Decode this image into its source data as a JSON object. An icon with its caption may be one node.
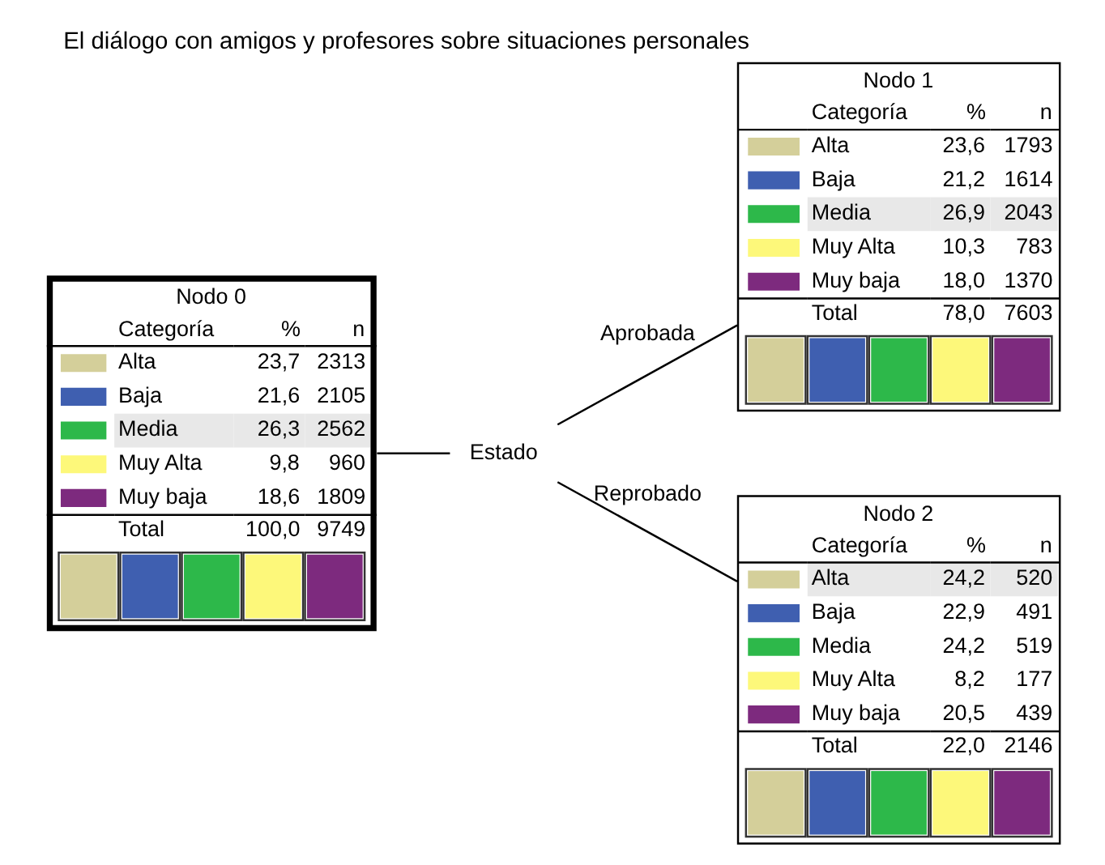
{
  "diagram": {
    "title": "El diálogo con amigos y profesores sobre situaciones personales",
    "nodes": [
      {
        "text": [
          "Nodo 0",
          "Categoría",
          "%",
          "n",
          "Alta",
          "23,7",
          "2313",
          "Baja",
          "21,6",
          "2105",
          "Media",
          "26,3",
          "2562",
          "Muy Alta",
          "9,8",
          "960",
          "Muy baja",
          "18,6",
          "1809",
          "Total",
          "100,0",
          "9749"
        ]
      },
      {
        "text": [
          "Nodo 1",
          "Categoría",
          "%",
          "n",
          "Alta",
          "23,6",
          "1793",
          "Baja",
          "21,2",
          "1614",
          "Media",
          "26,9",
          "2043",
          "Muy Alta",
          "10,3",
          "783",
          "Muy baja",
          "18,0",
          "1370",
          "Total",
          "78,0",
          "7603"
        ]
      },
      {
        "text": [
          "Nodo 2",
          "Categoría",
          "%",
          "n",
          "Alta",
          "24,2",
          "520",
          "Baja",
          "22,9",
          "491",
          "Media",
          "24,2",
          "519",
          "Muy Alta",
          "8,2",
          "177",
          "Muy baja",
          "20,5",
          "439",
          "Total",
          "22,0",
          "2146"
        ]
      },
      {
        "text": [
          "Estado"
        ]
      }
    ],
    "edges": [
      {
        "from": 0,
        "to": 3,
        "arrow": "none"
      },
      {
        "from": 3,
        "to": 1,
        "arrow": "none",
        "label": "Aprobada"
      },
      {
        "from": 3,
        "to": 2,
        "arrow": "none",
        "label": "Reprobado"
      }
    ]
  }
}
